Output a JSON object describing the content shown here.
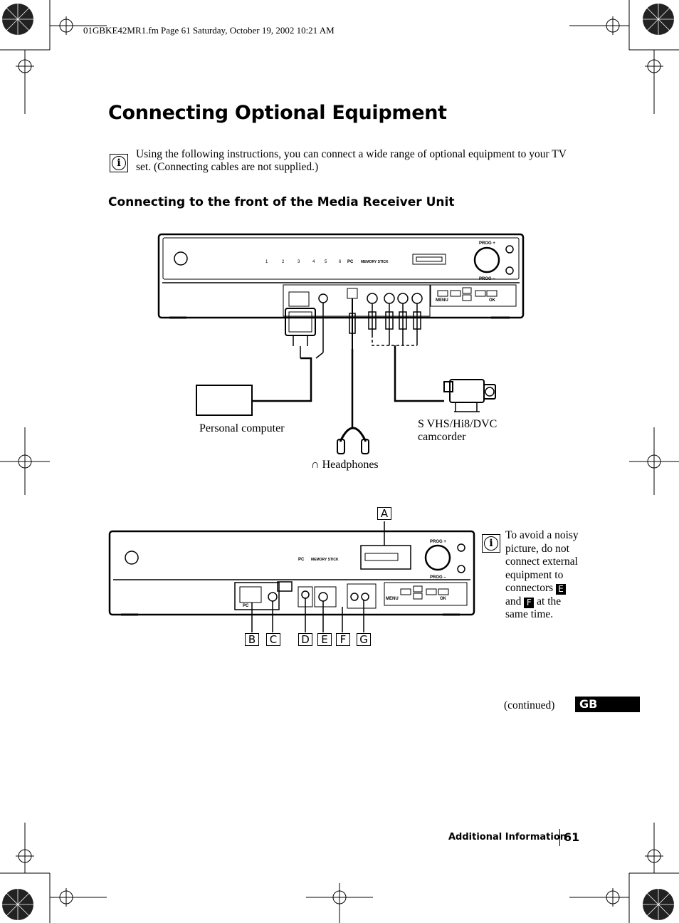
{
  "header_line": "01GBKE42MR1.fm  Page 61  Saturday, October 19, 2002  10:21 AM",
  "title": "Connecting Optional Equipment",
  "intro_text": "Using the following instructions, you can connect a wide range of optional equipment to your TV set. (Connecting cables are not supplied.)",
  "subtitle": "Connecting to the front of the Media Receiver Unit",
  "diagram1": {
    "label_pc": "Personal computer",
    "label_camcorder_line1": "S VHS/Hi8/DVC",
    "label_camcorder_line2": "camcorder",
    "label_headphones": "Headphones",
    "panel_memory_stick": "MEMORY STICK",
    "panel_pc": "PC",
    "panel_menu": "MENU",
    "panel_ok": "OK",
    "panel_prog_plus": "PROG +",
    "panel_prog_minus": "PROG –",
    "panel_inputs": [
      "1",
      "2",
      "3",
      "4",
      "5",
      "6"
    ]
  },
  "diagram2": {
    "letters": [
      "A",
      "B",
      "C",
      "D",
      "E",
      "F",
      "G"
    ],
    "panel_pc": "PC",
    "panel_memory_stick": "MEMORY STICK",
    "panel_menu": "MENU",
    "panel_ok": "OK",
    "panel_prog_plus": "PROG +",
    "panel_prog_minus": "PROG –",
    "port_pc": "PC"
  },
  "note": {
    "part1": "To avoid a noisy picture, do not connect external equipment to connectors",
    "letter_e": "E",
    "part2": "and",
    "letter_f": "F",
    "part3": "at the same time."
  },
  "continued": "(continued)",
  "language_tab": "GB",
  "footer_section": "Additional Information",
  "page_number": "61"
}
